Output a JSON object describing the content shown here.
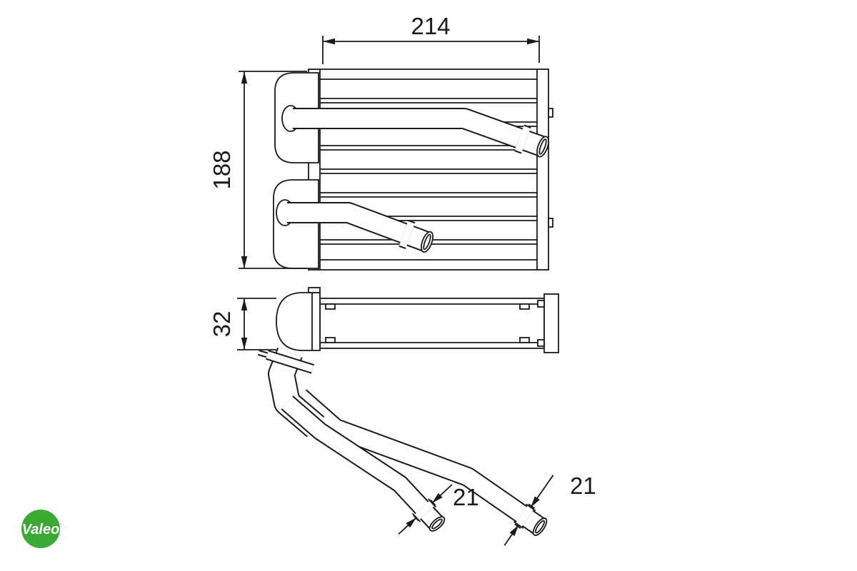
{
  "drawing": {
    "dimensions": {
      "core_width": "214",
      "core_height": "188",
      "core_depth": "32",
      "pipe_diameter_left": "21",
      "pipe_diameter_right": "21"
    },
    "logo": {
      "text": "Valeo",
      "color": "#3aaa35"
    }
  }
}
